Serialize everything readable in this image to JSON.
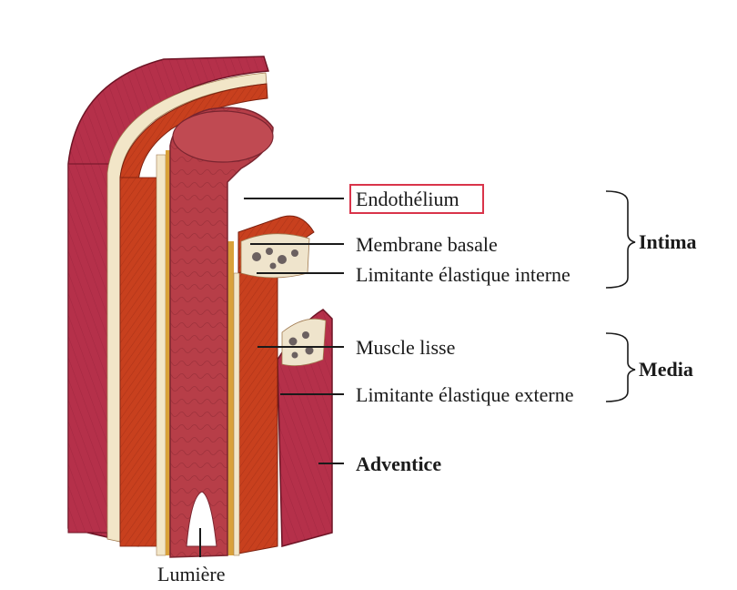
{
  "labels": {
    "endothelium": "Endothélium",
    "basement_membrane": "Membrane basale",
    "internal_elastic": "Limitante élastique interne",
    "smooth_muscle": "Muscle lisse",
    "external_elastic": "Limitante élastique externe",
    "adventitia": "Adventice",
    "lumen": "Lumière"
  },
  "groups": {
    "intima": "Intima",
    "media": "Media"
  },
  "highlight": {
    "target": "endothelium",
    "color": "#d9344a"
  },
  "colors": {
    "adventitia": "#b5304a",
    "adventitia_dark": "#8e1f35",
    "media": "#c8401e",
    "media_dark": "#9a2a12",
    "intima": "#b73e48",
    "elastic": "#f2e6c8",
    "basement": "#d9a13a",
    "text": "#1a1a1a"
  }
}
